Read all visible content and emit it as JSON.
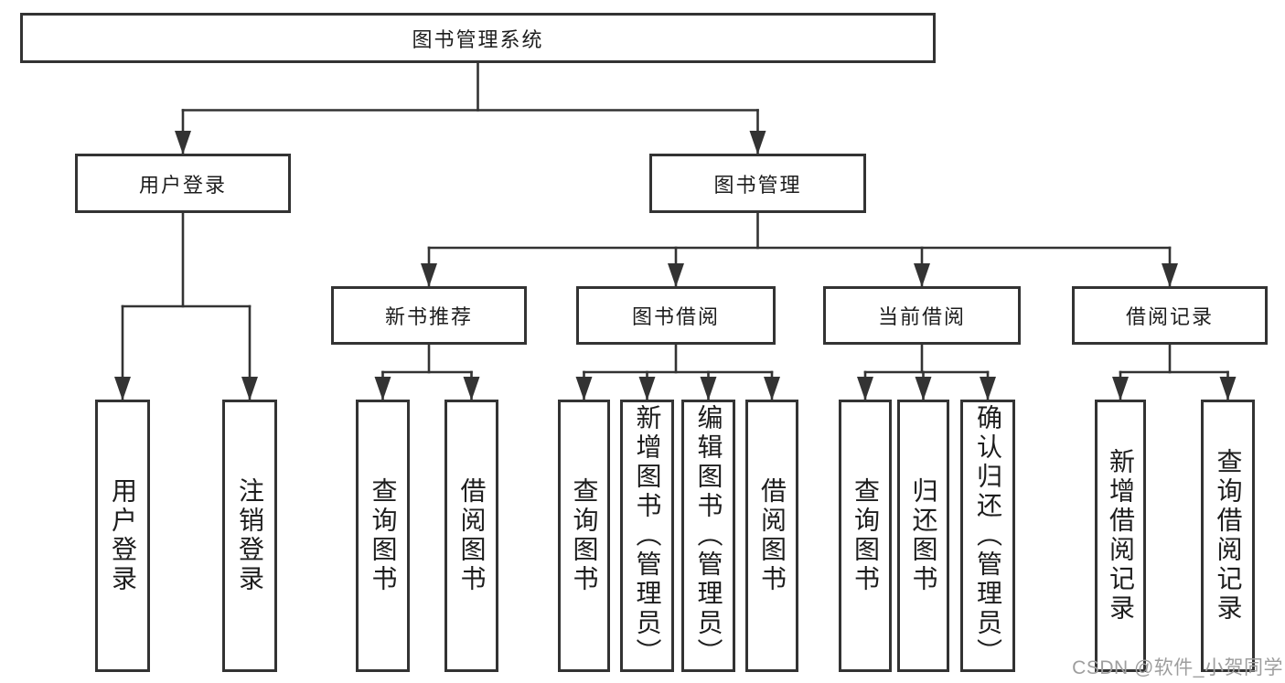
{
  "colors": {
    "line": "#333333",
    "text": "#1d1d1d",
    "watermark": "#9e9e9e",
    "background": "#ffffff"
  },
  "tree": {
    "label": "图书管理系统",
    "children": [
      {
        "label": "用户登录",
        "children": [
          {
            "label": "用户登录"
          },
          {
            "label": "注销登录"
          }
        ]
      },
      {
        "label": "图书管理",
        "children": [
          {
            "label": "新书推荐",
            "children": [
              {
                "label": "查询图书"
              },
              {
                "label": "借阅图书"
              }
            ]
          },
          {
            "label": "图书借阅",
            "children": [
              {
                "label": "查询图书"
              },
              {
                "label": "新增图书（管理员）"
              },
              {
                "label": "编辑图书（管理员）"
              },
              {
                "label": "借阅图书"
              }
            ]
          },
          {
            "label": "当前借阅",
            "children": [
              {
                "label": "查询图书"
              },
              {
                "label": "归还图书"
              },
              {
                "label": "确认归还（管理员）"
              }
            ]
          },
          {
            "label": "借阅记录",
            "children": [
              {
                "label": "新增借阅记录"
              },
              {
                "label": "查询借阅记录"
              }
            ]
          }
        ]
      }
    ]
  },
  "watermark": {
    "text": "CSDN @软件_小贺同学"
  }
}
